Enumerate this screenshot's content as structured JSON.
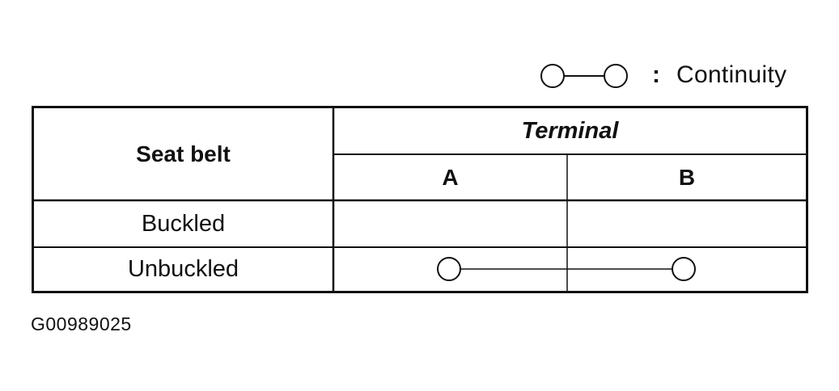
{
  "legend": {
    "symbol": "continuity-symbol",
    "colon": ":",
    "label": "Continuity"
  },
  "table": {
    "header": {
      "row_label_header": "Seat belt",
      "group_header": "Terminal",
      "columns": [
        "A",
        "B"
      ]
    },
    "rows": [
      {
        "label": "Buckled",
        "continuity": false
      },
      {
        "label": "Unbuckled",
        "continuity": true
      }
    ]
  },
  "figure_id": "G00989025",
  "colors": {
    "line": "#111111",
    "background": "#ffffff"
  }
}
